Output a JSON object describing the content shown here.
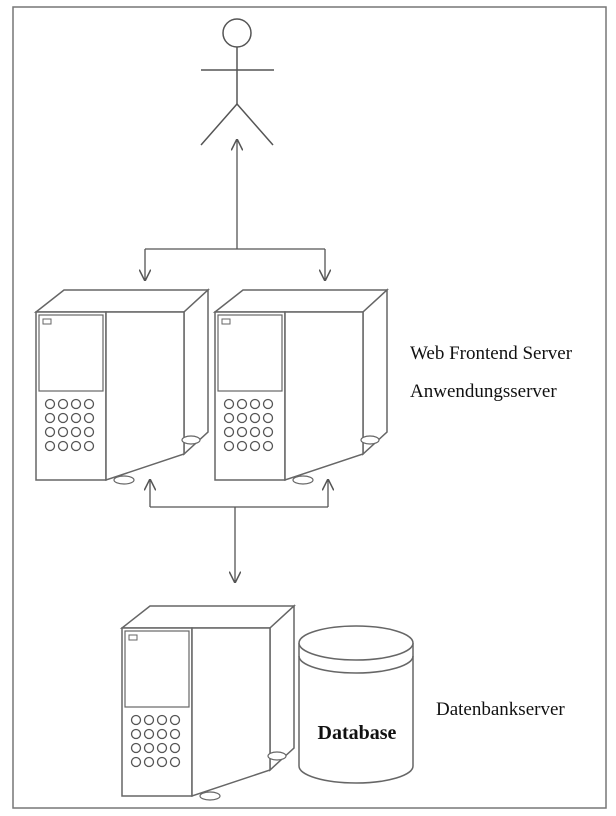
{
  "labels": {
    "web_frontend": "Web Frontend Server",
    "application": "Anwendungsserver",
    "database_server": "Datenbankserver",
    "database": "Database"
  },
  "icons": {
    "actor": "user-stick-figure-icon",
    "server": "tower-server-icon",
    "database": "database-cylinder-icon"
  },
  "colors": {
    "line": "#555555",
    "background": "#ffffff"
  }
}
